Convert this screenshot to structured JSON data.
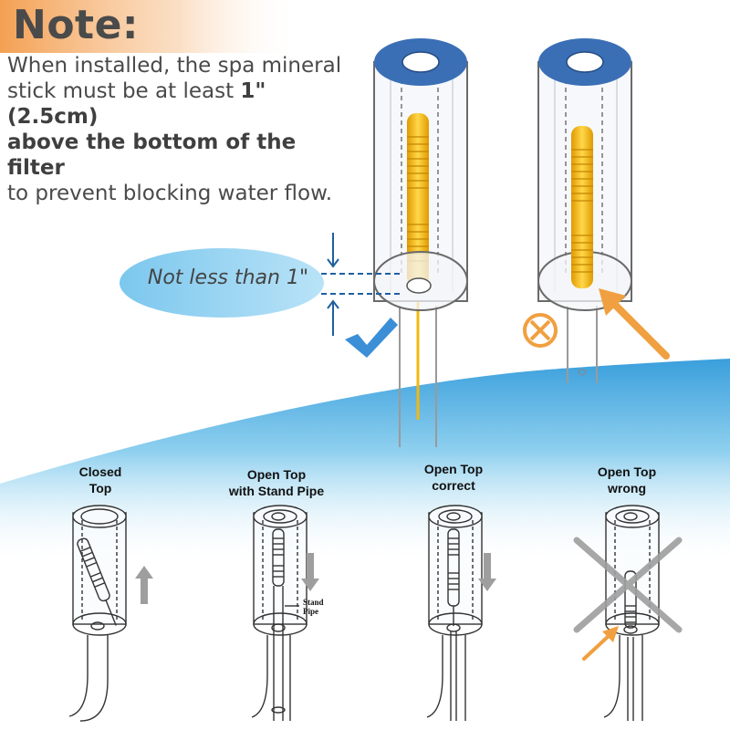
{
  "note": {
    "title": "Note:",
    "line1": "When installed, the spa mineral",
    "line2_prefix": "stick must be at least ",
    "line2_bold": "1\"(2.5cm)",
    "line3_bold": "above the bottom of the filter",
    "line4": "to prevent blocking water flow."
  },
  "measure": {
    "label": "Not less than 1\""
  },
  "marks": {
    "correct": "check-mark",
    "wrong": "cross-circle"
  },
  "variants": [
    {
      "caption_line1": "Closed",
      "caption_line2": "Top"
    },
    {
      "caption_line1": "Open Top",
      "caption_line2": "with Stand Pipe"
    },
    {
      "caption_line1": "Open Top",
      "caption_line2": "correct"
    },
    {
      "caption_line1": "Open Top",
      "caption_line2": "wrong"
    }
  ],
  "stand_pipe_label": {
    "line1": "Stand",
    "line2": "Pipe"
  },
  "colors": {
    "filter_cap": "#3a6fb5",
    "mineral_stick": "#f2b80c",
    "accent_orange": "#f0a040",
    "check_blue": "#3b8fd6",
    "water_blue": "#8fd0ef",
    "text_gray": "#4a4a4a"
  }
}
